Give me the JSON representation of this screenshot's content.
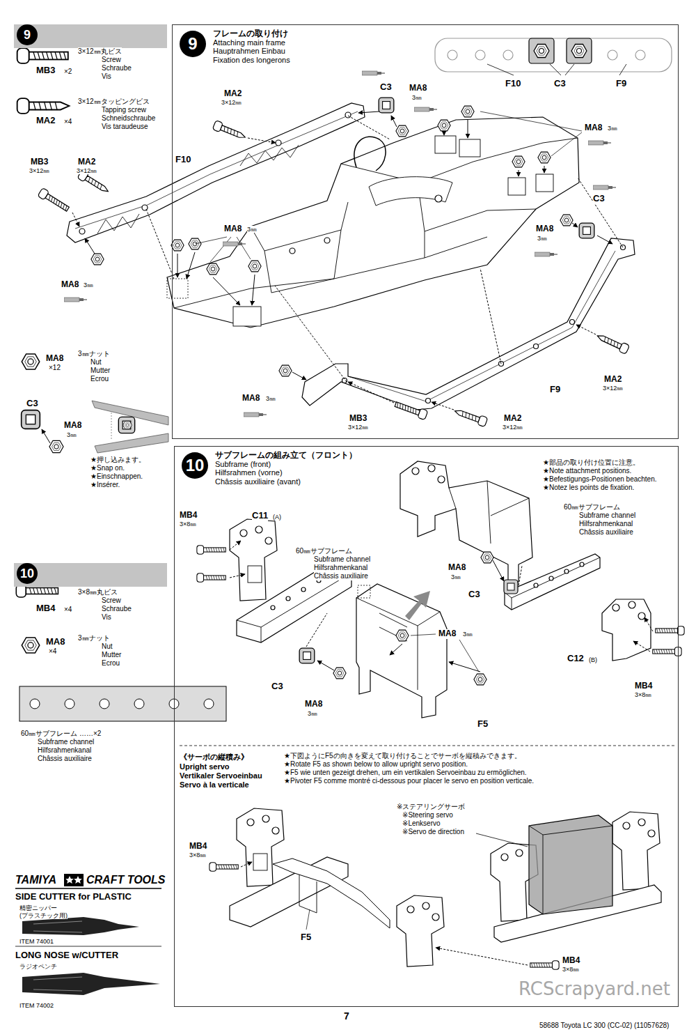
{
  "diagram": {
    "nodes": [
      {
        "text": [
          "9"
        ]
      },
      {
        "text": [
          "9",
          "フレームの取り付け",
          "Attaching main frame",
          "Hauptrahmen Einbau",
          "Fixation des longerons"
        ]
      },
      {
        "text": [
          "10"
        ]
      },
      {
        "text": [
          "10",
          "サブフレームの組み立て（フロント）",
          "Subframe (front)",
          "Hilfsrahmen (vorne)",
          "Châssis auxiliaire (avant)"
        ]
      }
    ],
    "labels": [
      "MB3",
      "×2",
      "3×12㎜丸ビス",
      "Screw",
      "Schraube",
      "Vis",
      "MA2",
      "×4",
      "3×12㎜タッピングビス",
      "Tapping screw",
      "Schneidschraube",
      "Vis taraudeuse",
      "MB3",
      "3×12㎜",
      "MA2",
      "3×12㎜",
      "F10",
      "MA8",
      "3㎜",
      "MA2",
      "3×12㎜",
      "C3",
      "MA8",
      "3㎜",
      "F10",
      "C3",
      "F9",
      "MA8",
      "3㎜",
      "MA8",
      "3㎜",
      "C3",
      "MA8",
      "3㎜",
      "MA2",
      "3×12㎜",
      "F9",
      "MA8",
      "3㎜",
      "MB3",
      "3×12㎜",
      "MA2",
      "3×12㎜",
      "MA8",
      "×12",
      "3㎜ナット",
      "Nut",
      "Mutter",
      "Ecrou",
      "C3",
      "MA8",
      "3㎜",
      "★押し込みます。",
      "★Snap on.",
      "★Einschnappen.",
      "★Insérer.",
      "MB4",
      "×4",
      "3×8㎜丸ビス",
      "Screw",
      "Schraube",
      "Vis",
      "MA8",
      "×4",
      "3㎜ナット",
      "Nut",
      "Mutter",
      "Ecrou",
      "60㎜サブフレーム ……×2",
      "Subframe channel",
      "Hilfsrahmenkanal",
      "Châssis auxiliaire",
      "TAMIYA",
      "CRAFT TOOLS",
      "SIDE CUTTER for PLASTIC",
      "精密ニッパー",
      "(プラスチック用)",
      "ITEM 74001",
      "LONG NOSE w/CUTTER",
      "ラジオペンチ",
      "ITEM 74002",
      "★部品の取り付け位置に注意。",
      "★Note attachment positions.",
      "★Befestigungs-Positionen beachten.",
      "★Notez les points de fixation.",
      "MB4",
      "3×8㎜",
      "C11",
      "(A)",
      "60㎜サブフレーム",
      "Subframe channel",
      "Hilfsrahmenkanal",
      "Châssis auxiliaire",
      "C3",
      "MA8",
      "3㎜",
      "MA8",
      "3㎜",
      "F5",
      "60㎜サブフレーム",
      "Subframe channel",
      "Hilfsrahmenkanal",
      "Châssis auxiliaire",
      "MA8",
      "3㎜",
      "C3",
      "C12",
      "(B)",
      "MB4",
      "3×8㎜",
      "《サーボの縦積み》",
      "Upright servo",
      "Vertikaler Servoeinbau",
      "Servo à la verticale",
      "★下図ようにF5の向きを変えて取り付けることでサーボを縦積みできます。",
      "★Rotate F5 as shown below to allow upright servo position.",
      "★F5 wie unten gezeigt drehen, um ein vertikalen Servoeinbau zu ermöglichen.",
      "★Pivoter F5 comme montré ci-dessous pour placer le servo en position verticale.",
      "MB4",
      "3×8㎜",
      "※ステアリングサーボ",
      "※Steering servo",
      "※Lenkservo",
      "※Servo de direction",
      "F5",
      "MB4",
      "3×8㎜",
      "7",
      "58688 Toyota LC 300 (CC-02) (11057628)",
      "RCScrapyard.net"
    ]
  }
}
